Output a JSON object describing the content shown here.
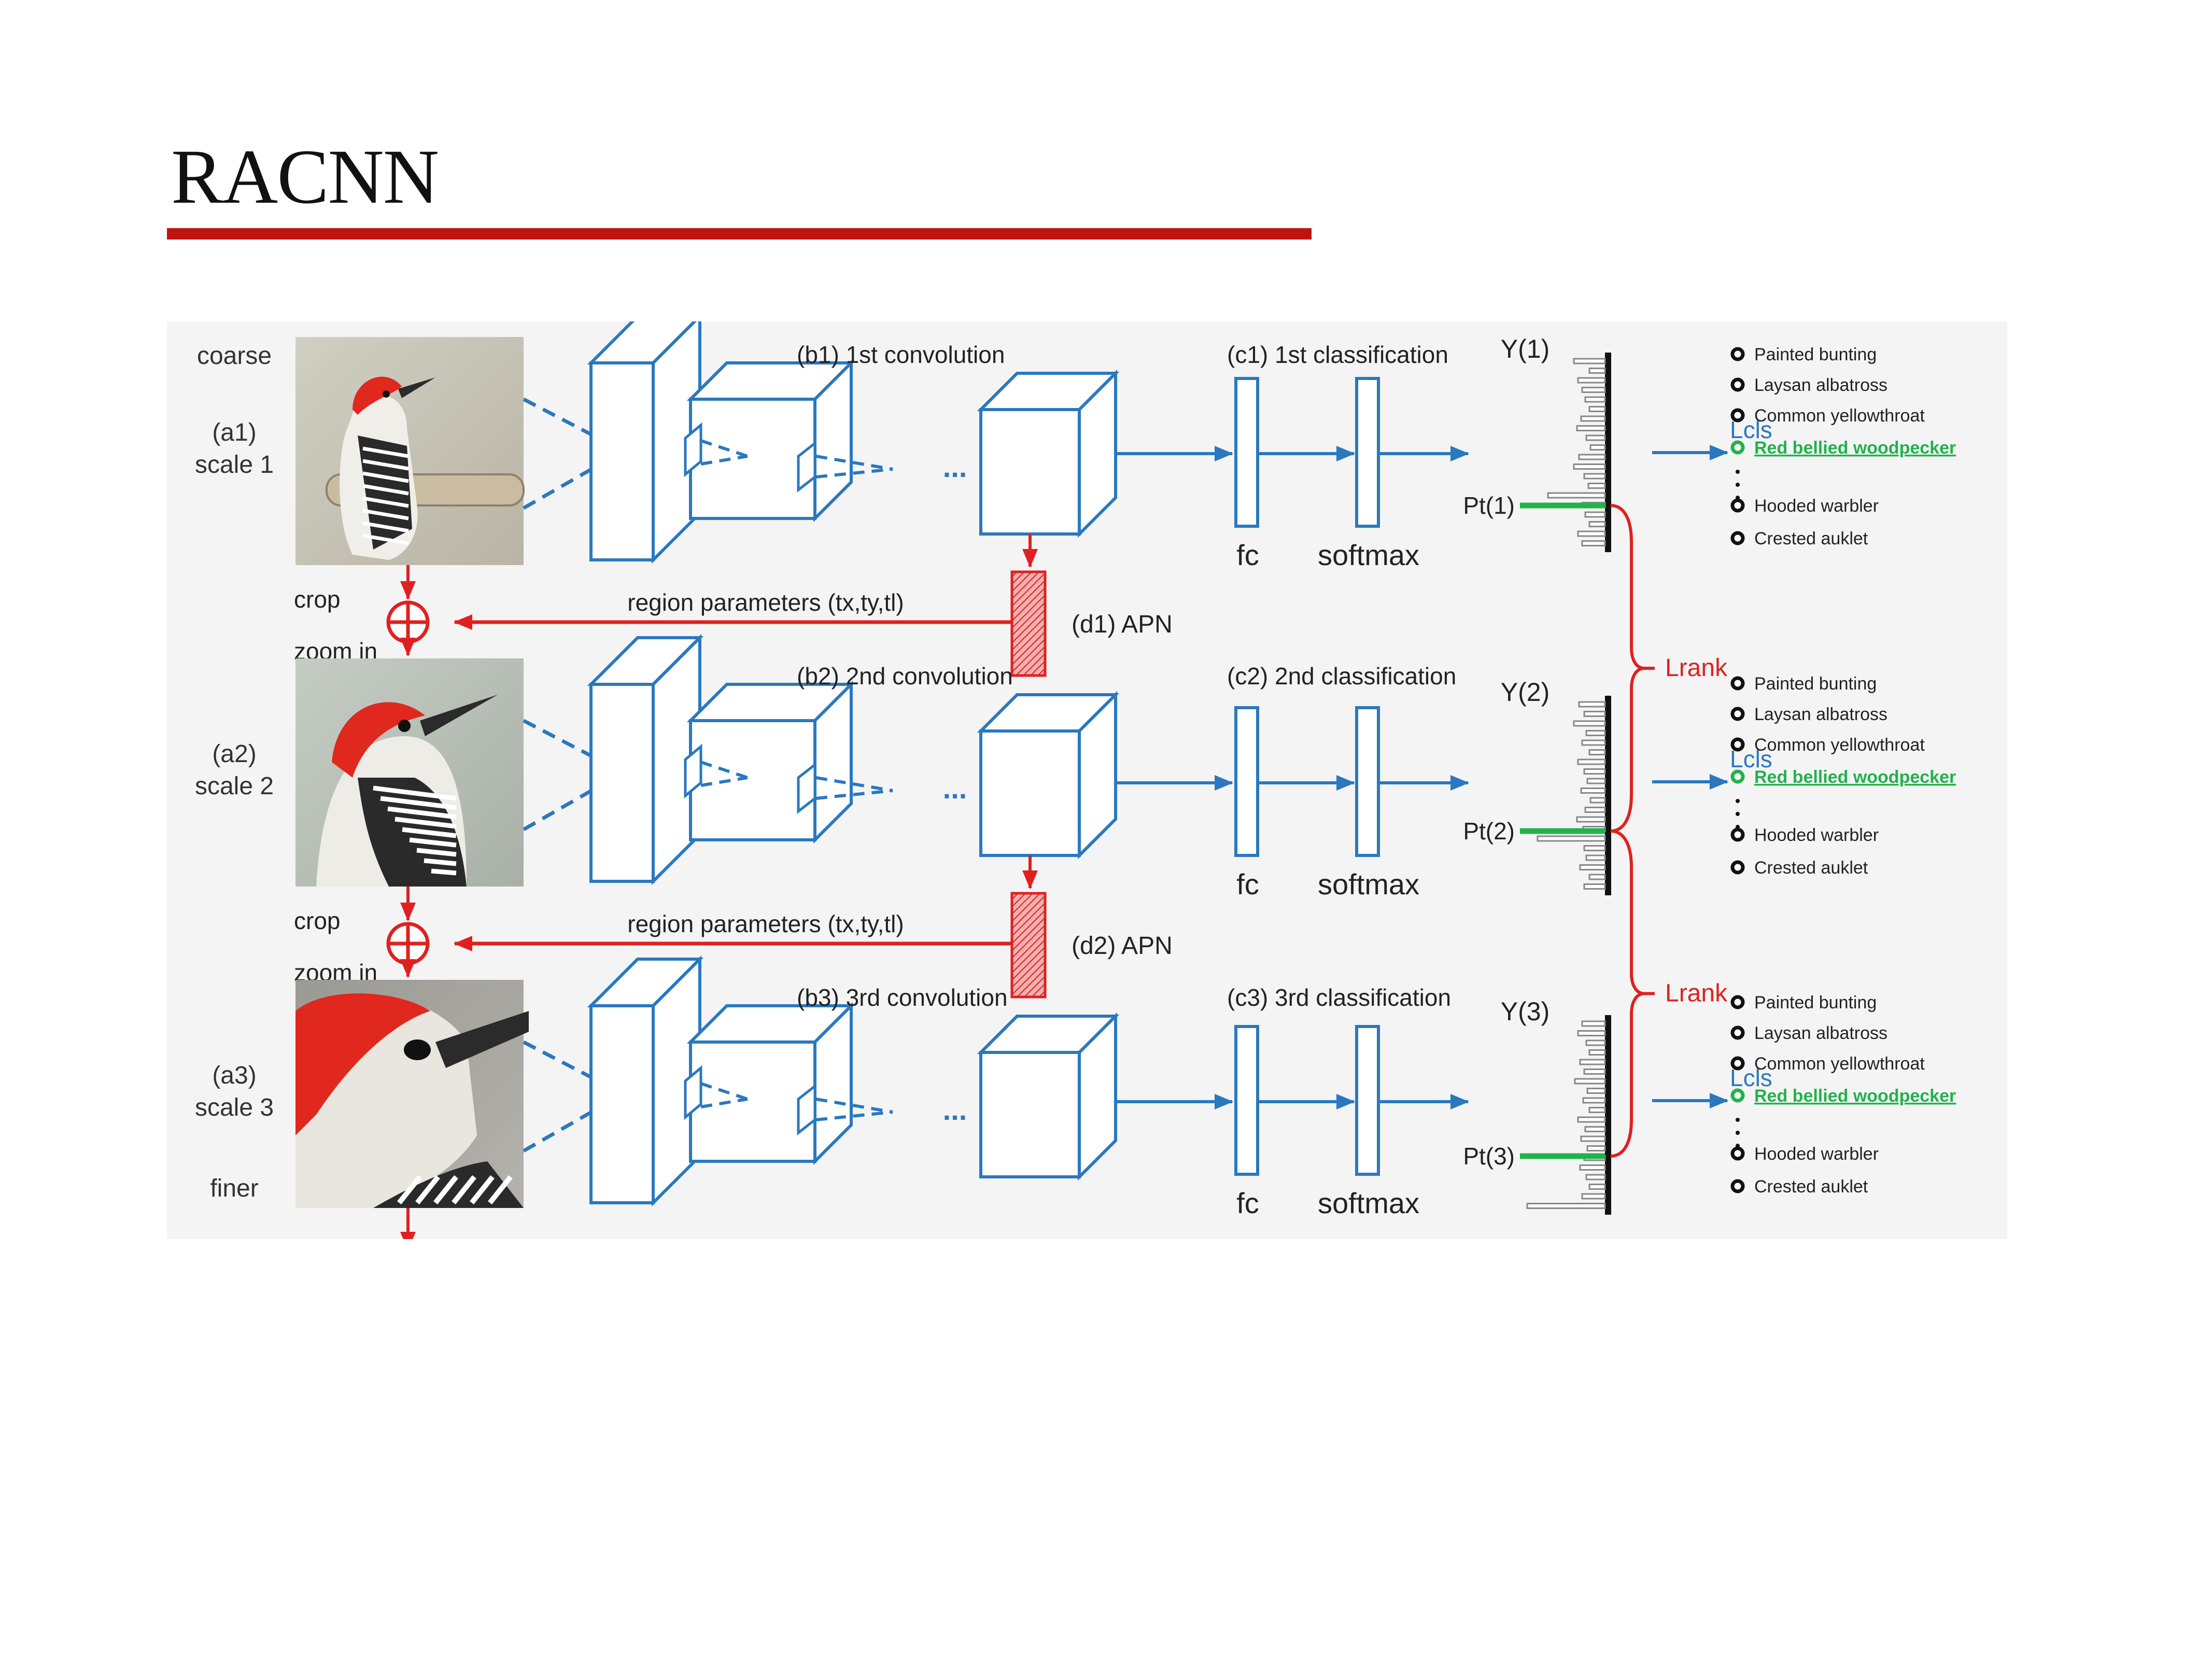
{
  "slide": {
    "title": "RACNN"
  },
  "labels": {
    "coarse": "coarse",
    "finer": "finer",
    "crop": "crop",
    "zoom_in": "zoom in",
    "region_params": "region parameters (tx,ty,tl)",
    "fc": "fc",
    "softmax": "softmax",
    "ellipsis": "..."
  },
  "scales": [
    {
      "a_label": "(a1)",
      "scale": "scale 1",
      "conv_label": "(b1) 1st convolution",
      "cls_label": "(c1) 1st classification",
      "y": "Y(1)",
      "p": "Pt(1)",
      "apn": "(d1) APN"
    },
    {
      "a_label": "(a2)",
      "scale": "scale 2",
      "conv_label": "(b2) 2nd convolution",
      "cls_label": "(c2) 2nd classification",
      "y": "Y(2)",
      "p": "Pt(2)",
      "apn": "(d2) APN"
    },
    {
      "a_label": "(a3)",
      "scale": "scale 3",
      "conv_label": "(b3) 3rd convolution",
      "cls_label": "(c3) 3rd classification",
      "y": "Y(3)",
      "p": "Pt(3)"
    }
  ],
  "losses": {
    "cls": "Lcls",
    "rank": "Lrank"
  },
  "classes": [
    "Painted bunting",
    "Laysan albatross",
    "Common yellowthroat",
    "Red bellied woodpecker",
    "Hooded warbler",
    "Crested auklet"
  ],
  "highlight_class": "Red bellied woodpecker",
  "colors": {
    "blue": "#2a78bf",
    "red": "#e02020",
    "green": "#22b24c",
    "title_rule": "#c0140f"
  }
}
